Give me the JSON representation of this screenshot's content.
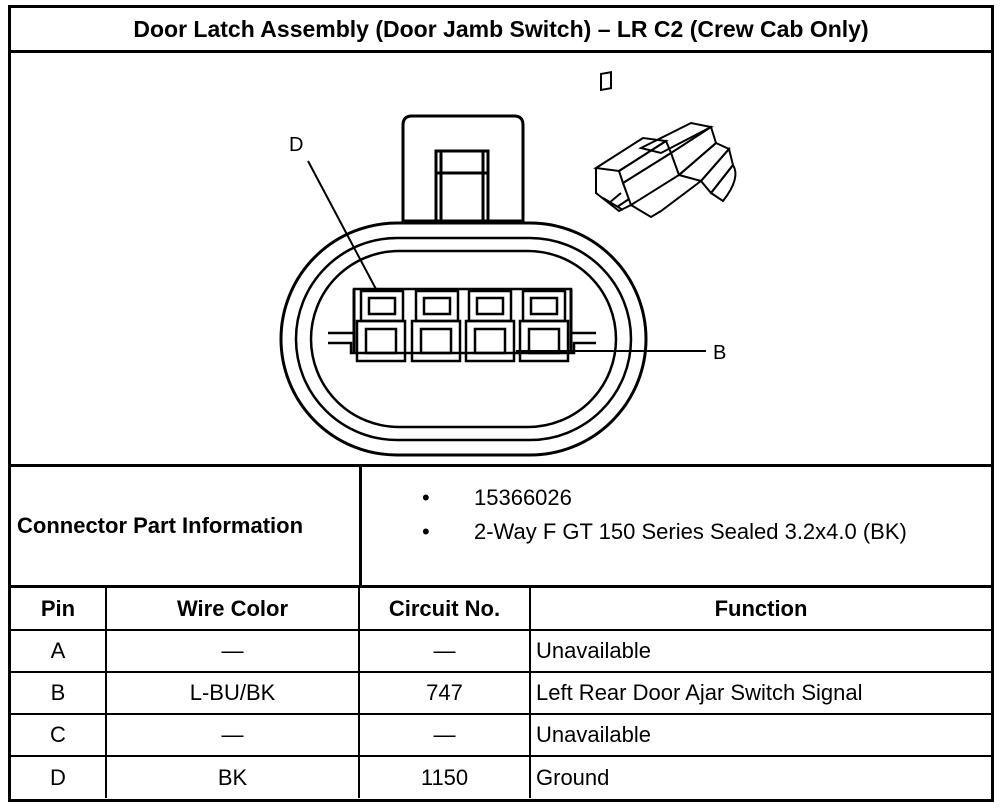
{
  "title": "Door Latch Assembly (Door Jamb Switch) – LR C2 (Crew Cab Only)",
  "diagram": {
    "pin_label_top": "D",
    "pin_label_side": "B"
  },
  "connector_info": {
    "label": "Connector Part Information",
    "bullet_char": "•",
    "items": [
      "15366026",
      "2-Way F GT 150 Series Sealed 3.2x4.0 (BK)"
    ]
  },
  "pin_table": {
    "headers": [
      "Pin",
      "Wire Color",
      "Circuit No.",
      "Function"
    ],
    "rows": [
      [
        "A",
        "—",
        "—",
        "Unavailable"
      ],
      [
        "B",
        "L-BU/BK",
        "747",
        "Left Rear Door Ajar Switch Signal"
      ],
      [
        "C",
        "—",
        "—",
        "Unavailable"
      ],
      [
        "D",
        "BK",
        "1150",
        "Ground"
      ]
    ]
  }
}
